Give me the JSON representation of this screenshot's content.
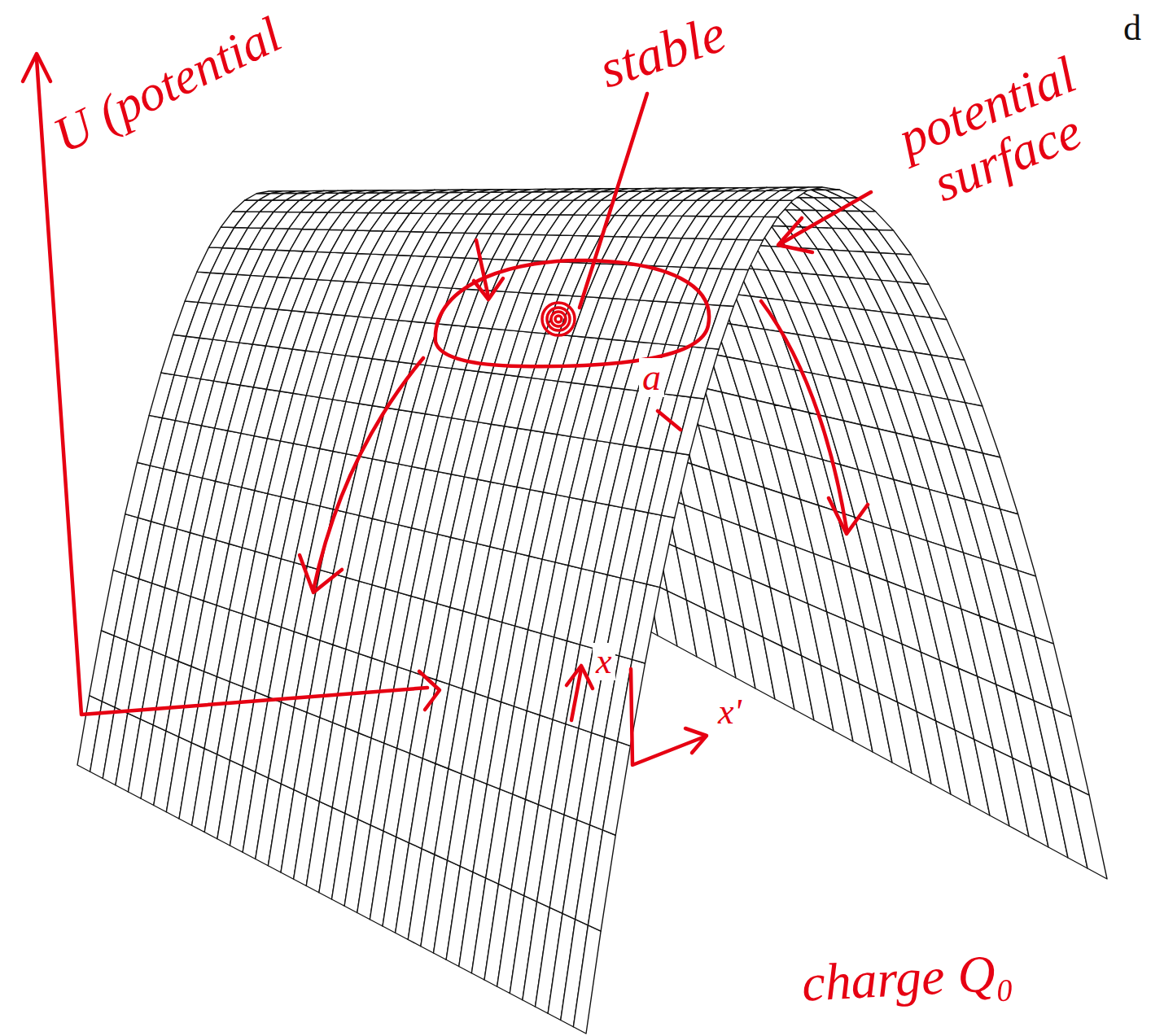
{
  "diagram": {
    "labels": [
      "U (potential",
      "stable",
      "d",
      "potential surface",
      "a",
      "x",
      "x'",
      "charge Q₀"
    ]
  }
}
